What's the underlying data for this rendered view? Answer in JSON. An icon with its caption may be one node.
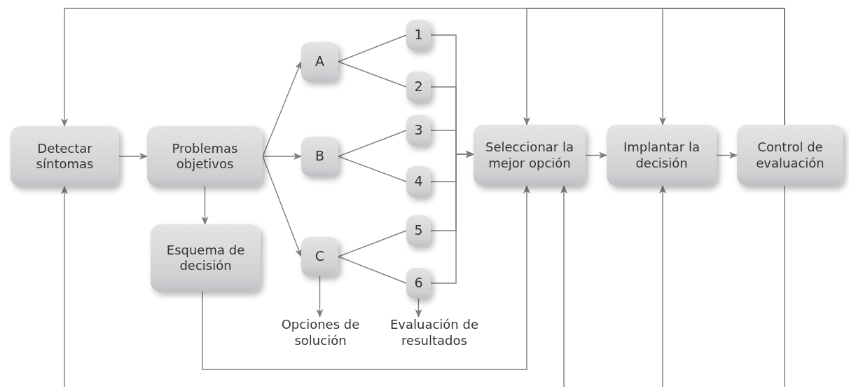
{
  "diagram": {
    "nodes": [
      {
        "text": [
          "Detectar síntomas"
        ]
      },
      {
        "text": [
          "Problemas objetivos"
        ]
      },
      {
        "text": [
          "Esquema de decisión"
        ]
      },
      {
        "text": [
          "A"
        ]
      },
      {
        "text": [
          "B"
        ]
      },
      {
        "text": [
          "C"
        ]
      },
      {
        "text": [
          "1"
        ]
      },
      {
        "text": [
          "2"
        ]
      },
      {
        "text": [
          "3"
        ]
      },
      {
        "text": [
          "4"
        ]
      },
      {
        "text": [
          "5"
        ]
      },
      {
        "text": [
          "6"
        ]
      },
      {
        "text": [
          "Seleccionar la mejor opción"
        ]
      },
      {
        "text": [
          "Implantar la decisión"
        ]
      },
      {
        "text": [
          "Control de evaluación"
        ]
      },
      {
        "text": [
          "Opciones de solución"
        ]
      },
      {
        "text": [
          "Evaluación de resultados"
        ]
      }
    ],
    "edges": [
      {
        "from": 0,
        "to": 1,
        "arrow": "to"
      },
      {
        "from": 1,
        "to": 3,
        "arrow": "to"
      },
      {
        "from": 1,
        "to": 4,
        "arrow": "to"
      },
      {
        "from": 1,
        "to": 5,
        "arrow": "to"
      },
      {
        "from": 1,
        "to": 2,
        "arrow": "to"
      },
      {
        "from": 3,
        "to": 6,
        "arrow": "none"
      },
      {
        "from": 3,
        "to": 7,
        "arrow": "none"
      },
      {
        "from": 4,
        "to": 8,
        "arrow": "none"
      },
      {
        "from": 4,
        "to": 9,
        "arrow": "none"
      },
      {
        "from": 5,
        "to": 10,
        "arrow": "none"
      },
      {
        "from": 5,
        "to": 11,
        "arrow": "none"
      },
      {
        "from": 6,
        "to": 12,
        "arrow": "to"
      },
      {
        "from": 7,
        "to": 12,
        "arrow": "to"
      },
      {
        "from": 8,
        "to": 12,
        "arrow": "to"
      },
      {
        "from": 9,
        "to": 12,
        "arrow": "to"
      },
      {
        "from": 10,
        "to": 12,
        "arrow": "to"
      },
      {
        "from": 11,
        "to": 12,
        "arrow": "to"
      },
      {
        "from": 5,
        "to": 15,
        "arrow": "to"
      },
      {
        "from": 11,
        "to": 16,
        "arrow": "to"
      },
      {
        "from": 12,
        "to": 13,
        "arrow": "to"
      },
      {
        "from": 13,
        "to": 14,
        "arrow": "to"
      },
      {
        "from": 2,
        "to": 12,
        "arrow": "to"
      },
      {
        "from": 14,
        "to": 0,
        "arrow": "to"
      },
      {
        "from": 14,
        "to": 12,
        "arrow": "to"
      },
      {
        "from": 14,
        "to": 13,
        "arrow": "to"
      },
      {
        "from": null,
        "to": 0,
        "arrow": "to"
      },
      {
        "from": null,
        "to": 12,
        "arrow": "to"
      },
      {
        "from": null,
        "to": 13,
        "arrow": "to"
      },
      {
        "from": 14,
        "to": null,
        "arrow": "none"
      }
    ]
  }
}
